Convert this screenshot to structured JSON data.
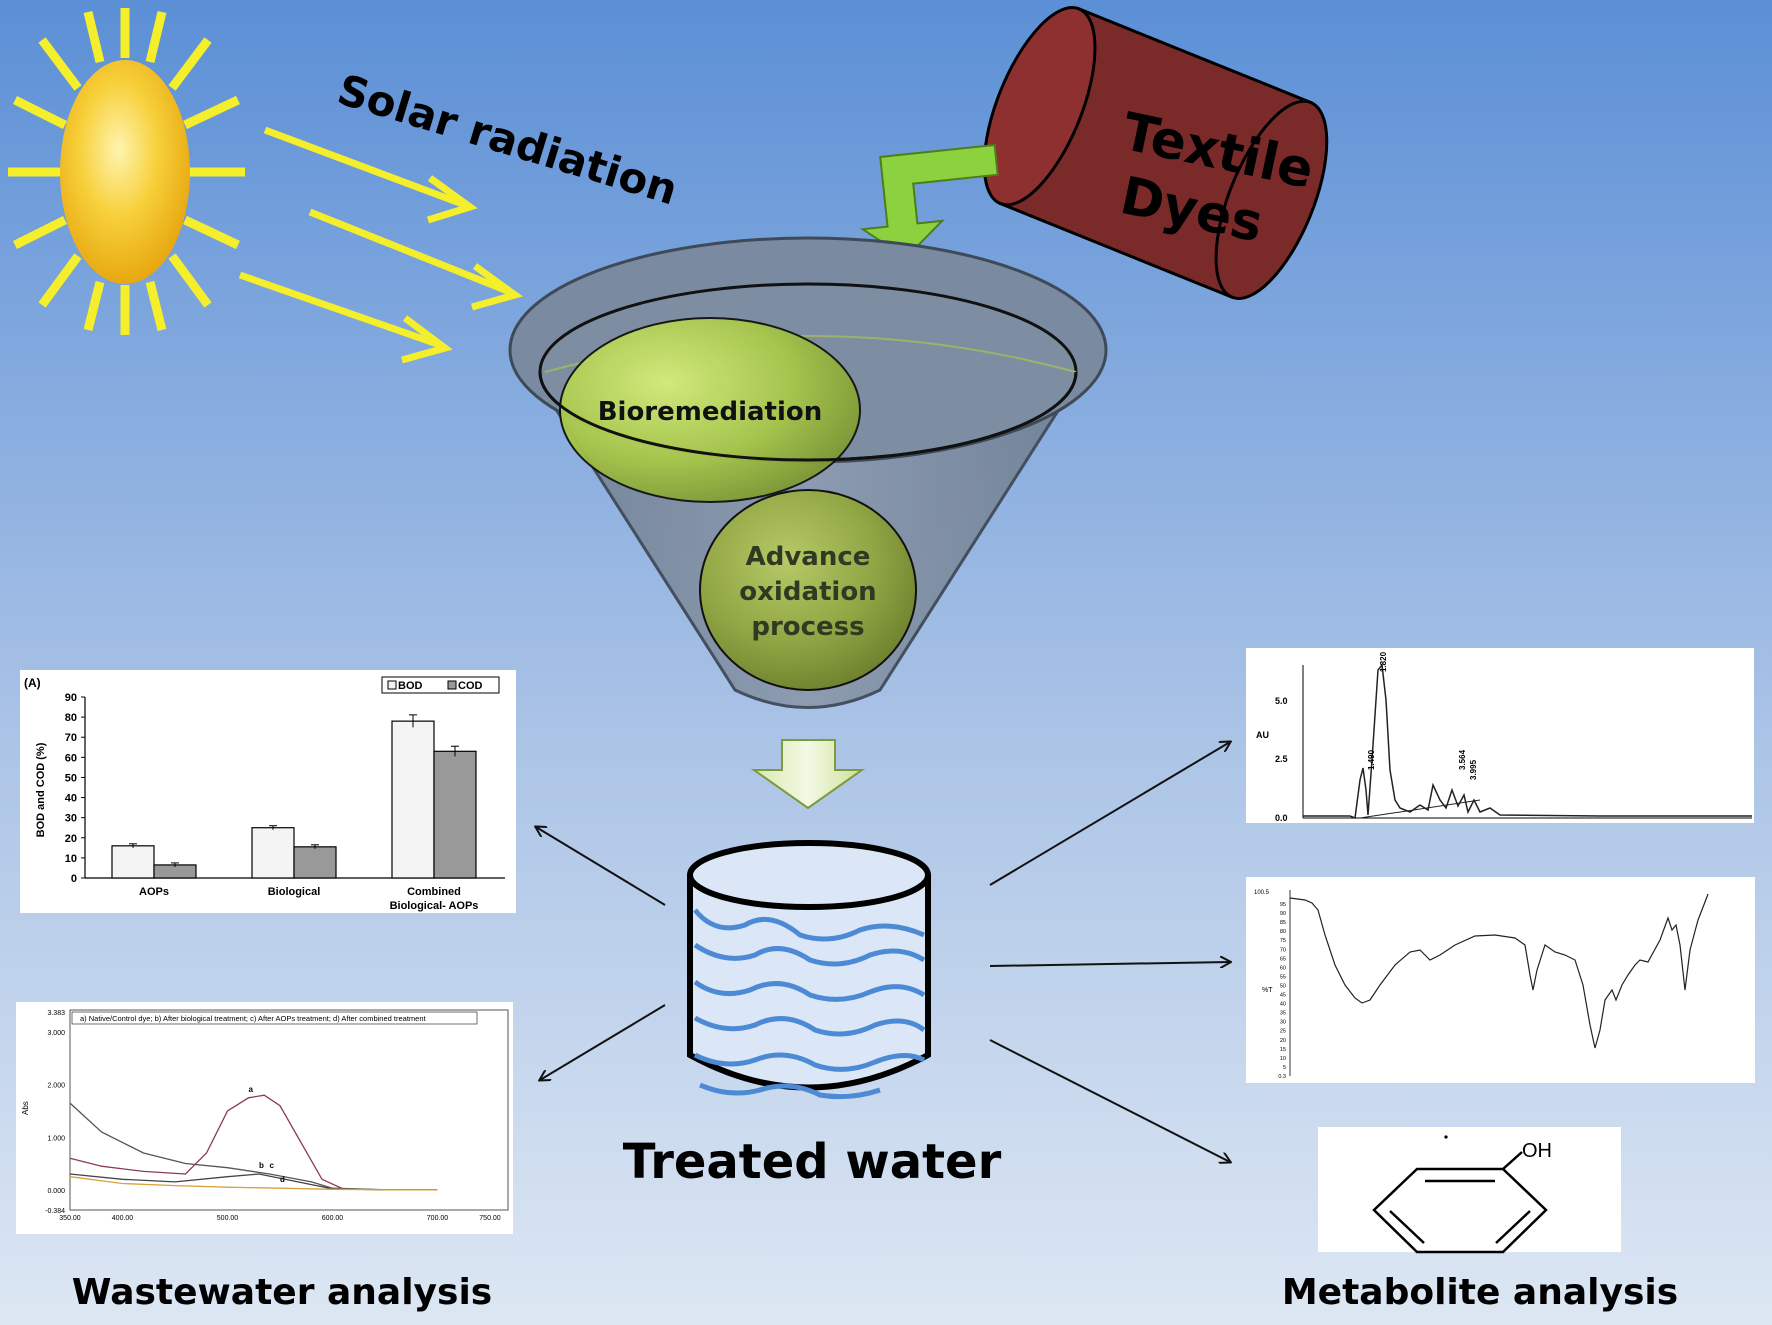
{
  "labels": {
    "solar_radiation": "Solar radiation",
    "textile_dyes_line1": "Textile",
    "textile_dyes_line2": "Dyes",
    "bioremediation": "Bioremediation",
    "aop_line1": "Advance",
    "aop_line2": "oxidation",
    "aop_line3": "process",
    "treated_water": "Treated water",
    "wastewater_analysis": "Wastewater analysis",
    "metabolite_analysis": "Metabolite analysis"
  },
  "colors": {
    "sky_top": "#5b8fd6",
    "sky_bottom": "#d9e4f2",
    "sun": "#f5c22a",
    "rays": "#f4ef2a",
    "dye_can": "#7b2a2a",
    "green_arrow": "#8bd23e",
    "bioremediation": "#a8c84a",
    "aop": "#93a84a"
  },
  "chart_data": [
    {
      "type": "bar",
      "panel_label": "(A)",
      "categories": [
        "AOPs",
        "Biological",
        "Combined Biological- AOPs"
      ],
      "series": [
        {
          "name": "BOD",
          "values": [
            16,
            25,
            78
          ]
        },
        {
          "name": "COD",
          "values": [
            6.5,
            15.5,
            63
          ]
        }
      ],
      "ylabel": "BOD and COD (%)",
      "ylim": [
        0,
        90
      ],
      "yticks": [
        0,
        10,
        20,
        30,
        40,
        50,
        60,
        70,
        80,
        90
      ],
      "legend_position": "top-right"
    },
    {
      "type": "line",
      "legend_text": "a) Native/Control dye; b) After biological treatment; c) After AOPs treatment; d) After combined treatment",
      "ylabel": "Abs",
      "yticks": [
        "-0.384",
        "0.000",
        "1.000",
        "2.000",
        "3.000",
        "3.383"
      ],
      "xticks": [
        "350.00",
        "400.00",
        "500.00",
        "600.00",
        "700.00",
        "750.00"
      ],
      "xlim": [
        350,
        750
      ],
      "ylim": [
        -0.384,
        3.383
      ],
      "series": [
        {
          "name": "a",
          "x": [
            350,
            380,
            420,
            460,
            480,
            500,
            520,
            535,
            550,
            570,
            590,
            610,
            650,
            700
          ],
          "y": [
            0.6,
            0.45,
            0.35,
            0.3,
            0.7,
            1.5,
            1.75,
            1.8,
            1.6,
            0.9,
            0.2,
            0.02,
            0,
            0
          ]
        },
        {
          "name": "b",
          "x": [
            350,
            400,
            450,
            500,
            530,
            550,
            580,
            600,
            650,
            700
          ],
          "y": [
            0.3,
            0.2,
            0.15,
            0.25,
            0.3,
            0.22,
            0.1,
            0.02,
            0,
            0
          ]
        },
        {
          "name": "c",
          "x": [
            350,
            380,
            420,
            460,
            500,
            540,
            580,
            600,
            650,
            700
          ],
          "y": [
            1.65,
            1.1,
            0.7,
            0.5,
            0.42,
            0.3,
            0.15,
            0.03,
            0,
            0
          ]
        },
        {
          "name": "d",
          "x": [
            350,
            400,
            450,
            500,
            550,
            600,
            650,
            700
          ],
          "y": [
            0.25,
            0.12,
            0.08,
            0.05,
            0.03,
            0.01,
            0,
            0
          ]
        }
      ]
    },
    {
      "type": "line",
      "ylabel": "AU",
      "yticks": [
        "0.0",
        "2.5",
        "5.0"
      ],
      "peak_labels": [
        "1.490",
        "1.820",
        "3.564",
        "3.995"
      ]
    },
    {
      "type": "line",
      "ylabel": "%T",
      "ytick_top": "100.5",
      "yticks": [
        "95",
        "90",
        "85",
        "80",
        "75",
        "70",
        "65",
        "60",
        "55",
        "50",
        "45",
        "40",
        "35",
        "30",
        "25",
        "20",
        "15",
        "10",
        "5",
        "0.3"
      ]
    }
  ],
  "structure": {
    "substituent": "OH"
  }
}
